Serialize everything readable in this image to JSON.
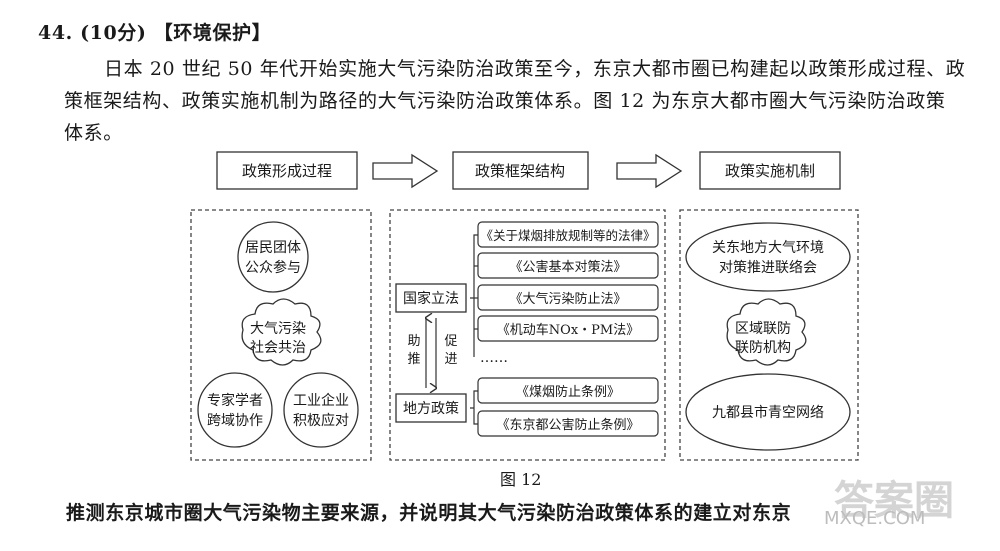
{
  "question": {
    "number": "44.",
    "points": "(10分)",
    "topic": "【环境保护】",
    "paragraph_line1": "日本 20 世纪 50 年代开始实施大气污染防治政策至今，东京大都市圈已构建起以政策形成过程、政",
    "paragraph_line2": "策框架结构、政策实施机制为路径的大气污染防治政策体系。图 12 为东京大都市圈大气污染防治政策",
    "paragraph_line3": "体系。",
    "prompt": "推测东京城市圈大气污染物主要来源，并说明其大气污染防治政策体系的建立对东京"
  },
  "figure": {
    "caption": "图 12",
    "headers": [
      "政策形成过程",
      "政策框架结构",
      "政策实施机制"
    ],
    "left_nodes": [
      "居民团体",
      "公众参与",
      "大气污染",
      "社会共治",
      "专家学者",
      "跨域协作",
      "工业企业",
      "积极应对"
    ],
    "middle": {
      "national": "国家立法",
      "local": "地方政策",
      "arrow_left": [
        "助",
        "推"
      ],
      "arrow_right": [
        "促",
        "进"
      ],
      "laws": [
        "《关于煤烟排放规制等的法律》",
        "《公害基本对策法》",
        "《大气污染防止法》",
        "《机动车NOx・PM法》",
        "……",
        "《煤烟防止条例》",
        "《东京都公害防止条例》"
      ]
    },
    "right_nodes": [
      "关东地方大气环境",
      "对策推进联络会",
      "区域联防",
      "联防机构",
      "九都县市青空网络"
    ]
  },
  "watermark": {
    "big": "答案圈",
    "small": "MXQE.COM"
  }
}
